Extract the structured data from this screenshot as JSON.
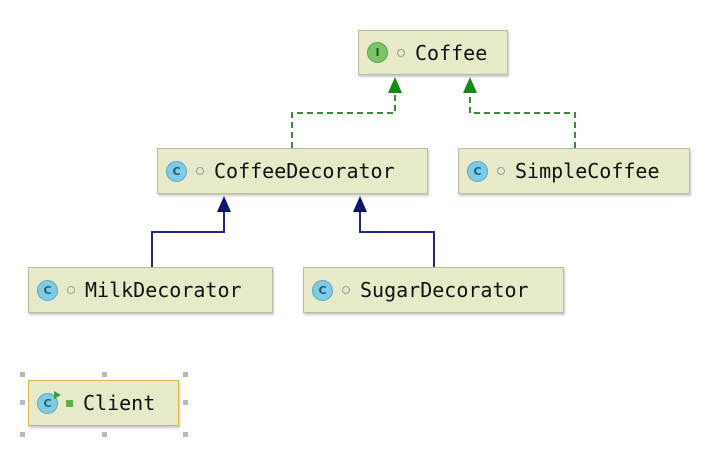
{
  "diagram": {
    "nodes": [
      {
        "id": "coffee",
        "label": "Coffee",
        "kind": "interface",
        "badge": "I"
      },
      {
        "id": "coffee-decorator",
        "label": "CoffeeDecorator",
        "kind": "class",
        "badge": "C"
      },
      {
        "id": "simple-coffee",
        "label": "SimpleCoffee",
        "kind": "class",
        "badge": "C"
      },
      {
        "id": "milk-decorator",
        "label": "MilkDecorator",
        "kind": "class",
        "badge": "C"
      },
      {
        "id": "sugar-decorator",
        "label": "SugarDecorator",
        "kind": "class",
        "badge": "C"
      },
      {
        "id": "client",
        "label": "Client",
        "kind": "class",
        "badge": "C",
        "selected": true
      }
    ],
    "edges": [
      {
        "from": "coffee-decorator",
        "to": "coffee",
        "type": "implements"
      },
      {
        "from": "simple-coffee",
        "to": "coffee",
        "type": "implements"
      },
      {
        "from": "milk-decorator",
        "to": "coffee-decorator",
        "type": "extends"
      },
      {
        "from": "sugar-decorator",
        "to": "coffee-decorator",
        "type": "extends"
      }
    ]
  },
  "colors": {
    "node_fill": "#e8e9c9",
    "implements_line": "#3a8a3a",
    "extends_line": "#1f2a7a",
    "interface_badge": "#7bc46a",
    "class_badge": "#7ecbe6"
  }
}
